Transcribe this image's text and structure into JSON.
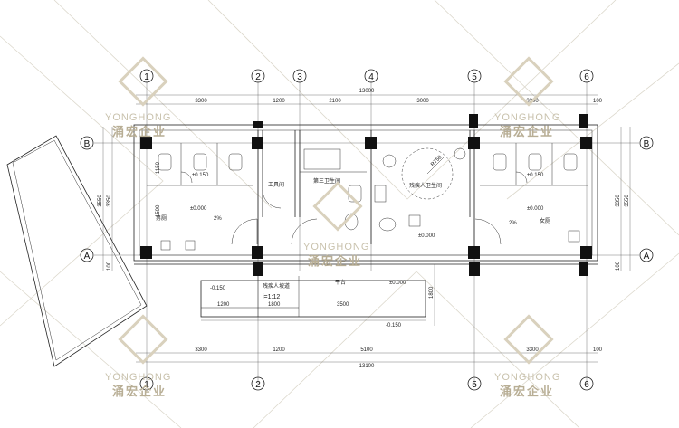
{
  "watermark": {
    "latin": "YONGHONG",
    "chinese": "涌宏企业"
  },
  "axes": {
    "columns": [
      "1",
      "2",
      "3",
      "4",
      "5",
      "6"
    ],
    "rows": [
      "A",
      "B"
    ]
  },
  "top_dimensions": {
    "segments": [
      "3300",
      "1200",
      "2100",
      "3000",
      "3300"
    ],
    "total": "13000",
    "edge": "100"
  },
  "bottom_dimensions": {
    "segments": [
      "3300",
      "1200",
      "5100",
      "3300"
    ],
    "total": "13100",
    "edge": "100"
  },
  "left_dimensions": {
    "values": [
      "3550",
      "3350",
      "100"
    ]
  },
  "right_dimensions": {
    "values": [
      "3350",
      "3550",
      "100"
    ]
  },
  "room_labels": {
    "left_toilet": "±0.150",
    "left_floor": "±0.000",
    "left_room": "男厕",
    "left_slope": "2%",
    "tool_room": "工具间",
    "disabled_room": "第三卫生间",
    "right_toilet": "±0.150",
    "right_floor": "±0.000",
    "right_room": "女厕",
    "right_slope": "2%",
    "nursing_room": "残疾人卫生间",
    "radius": "R750",
    "center_floor": "±0.000",
    "ramp_label": "残疾人坡道",
    "ramp_ratio": "i=1:12",
    "platform": "平台",
    "platform_level": "±0.000",
    "outer_level_left": "-0.150",
    "outer_level_bottom": "-0.150",
    "dim_1200": "1200",
    "dim_1800": "1800",
    "dim_3500": "3500",
    "dim_1800_v": "1800",
    "dim_1500": "1500",
    "dim_1150": "1150"
  }
}
